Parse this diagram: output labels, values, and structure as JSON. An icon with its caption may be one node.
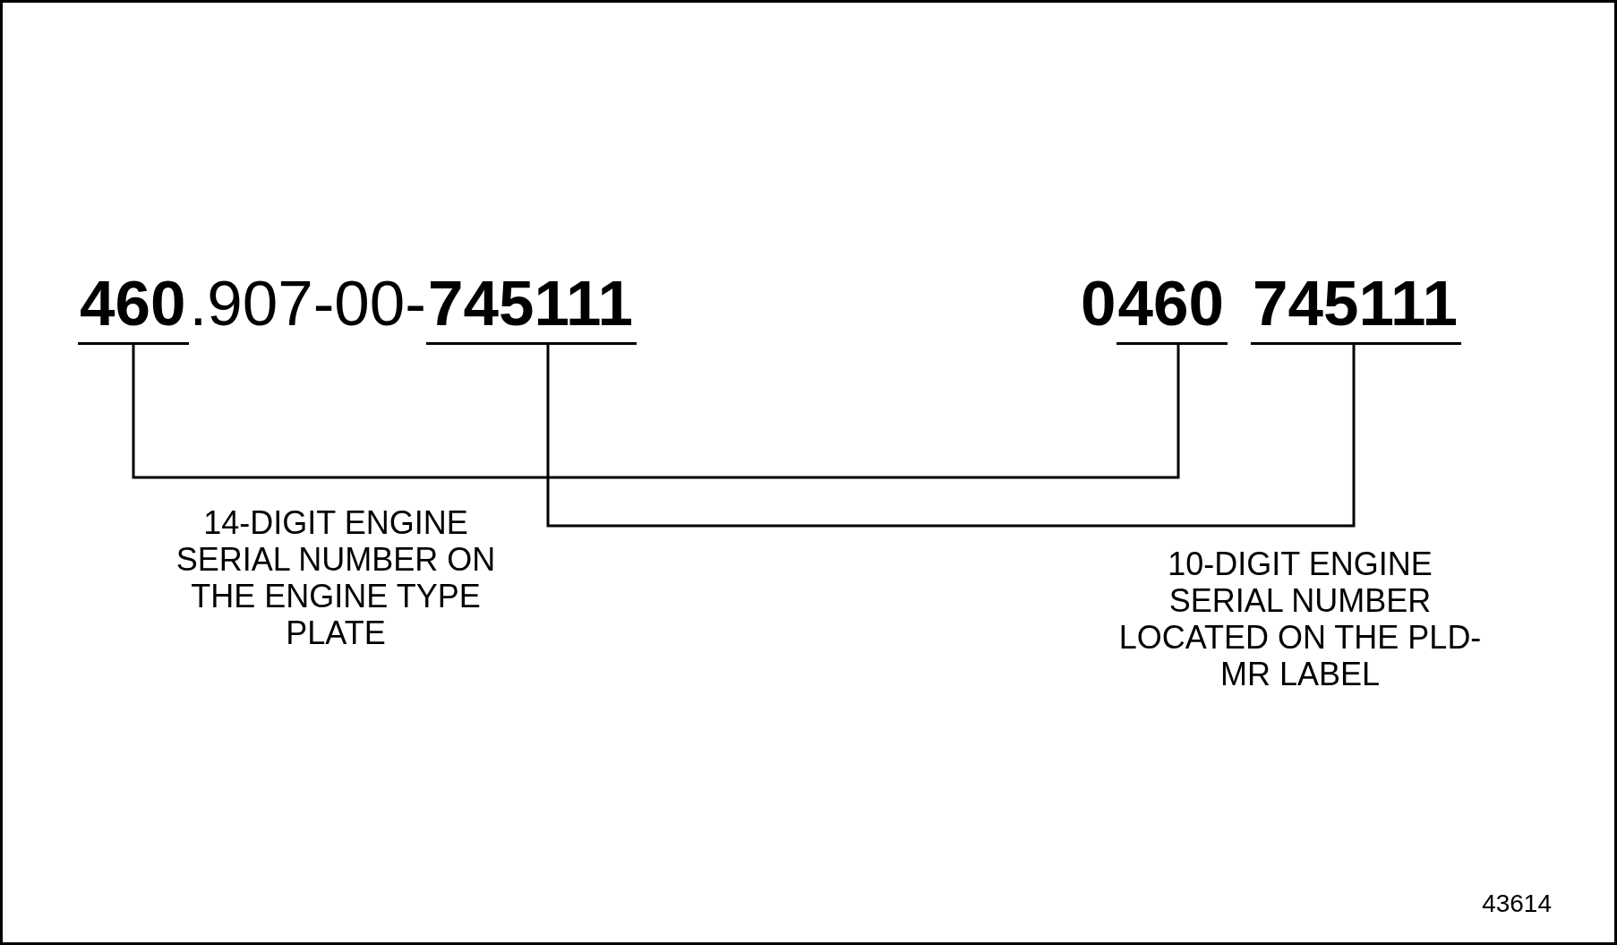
{
  "diagram": {
    "nodes": [
      {
        "text": [
          "460"
        ]
      },
      {
        "text": [
          "745111"
        ]
      },
      {
        "text": [
          "460"
        ]
      },
      {
        "text": [
          "745111"
        ]
      }
    ],
    "edges": [
      {
        "from": 0,
        "to": 2,
        "arrow": "none"
      },
      {
        "from": 1,
        "to": 3,
        "arrow": "none"
      }
    ],
    "labels": [
      ".907-00-",
      "0",
      "14-DIGIT ENGINE SERIAL NUMBER ON THE ENGINE TYPE PLATE",
      "10-DIGIT ENGINE SERIAL NUMBER LOCATED ON THE PLD-MR LABEL",
      "43614"
    ]
  }
}
